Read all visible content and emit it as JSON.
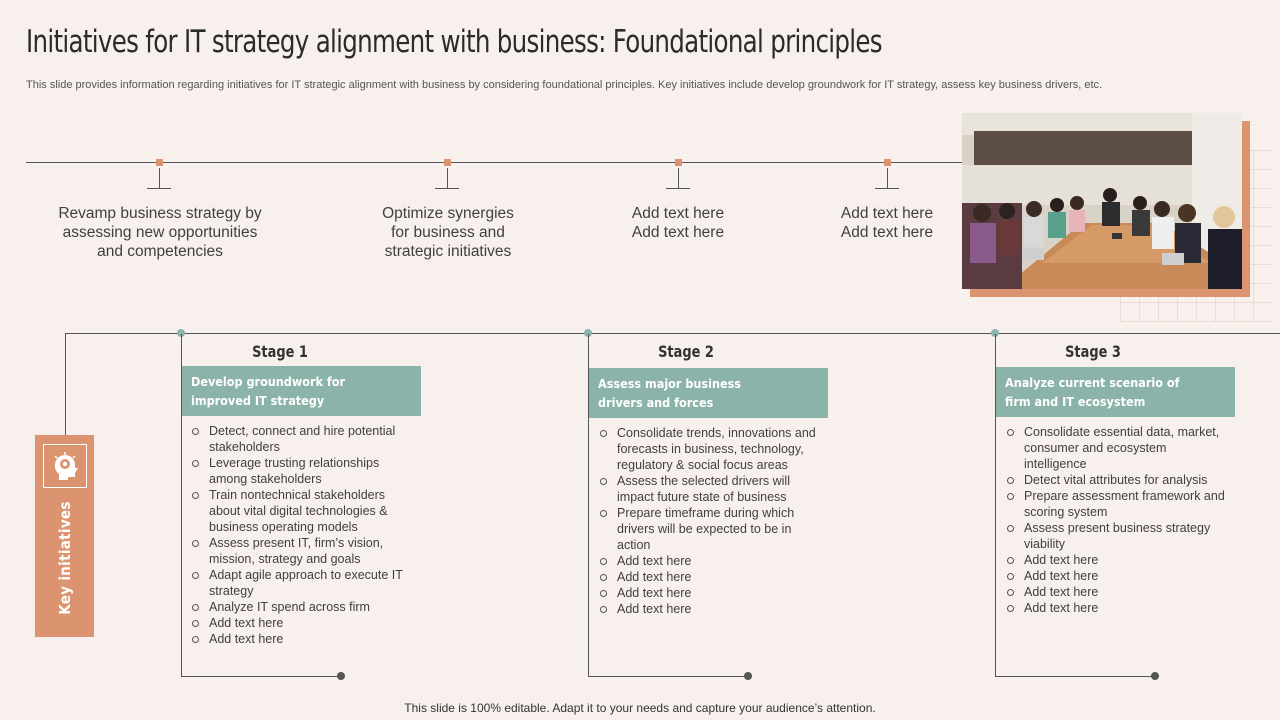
{
  "title": "Initiatives for IT strategy alignment with business: Foundational principles",
  "subtitle": "This slide provides information regarding initiatives for IT strategic alignment with business by considering foundational principles. Key initiatives include develop groundwork for IT strategy, assess key business drivers, etc.",
  "timeline": [
    {
      "line1": "Revamp business strategy by",
      "line2": "assessing new opportunities",
      "line3": "and competencies"
    },
    {
      "line1": "Optimize synergies",
      "line2": "for business and",
      "line3": "strategic initiatives"
    },
    {
      "line1": "Add text here",
      "line2": "Add text here",
      "line3": ""
    },
    {
      "line1": "Add text here",
      "line2": "Add text here",
      "line3": ""
    }
  ],
  "key_label": "Key initiatives",
  "stages": [
    {
      "title": "Stage 1",
      "header": [
        "Develop groundwork for",
        "improved IT strategy"
      ],
      "items": [
        "Detect, connect and hire potential stakeholders",
        "Leverage  trusting relationships among stakeholders",
        "Train nontechnical stakeholders about vital digital technologies & business operating models",
        "Assess present IT, firm’s vision, mission, strategy and goals",
        "Adapt agile approach  to execute IT strategy",
        "Analyze IT spend across firm",
        "Add text here",
        "Add text here"
      ]
    },
    {
      "title": "Stage 2",
      "header": [
        "Assess major  business",
        "drivers  and forces"
      ],
      "items": [
        "Consolidate  trends, innovations and forecasts in business, technology, regulatory & social focus areas",
        "Assess the selected drivers  will impact future state of business",
        "Prepare timeframe during which drivers will be expected to be in action",
        "Add text here",
        "Add text here",
        "Add text here",
        "Add text here"
      ]
    },
    {
      "title": "Stage 3",
      "header": [
        "Analyze current  scenario  of",
        "firm  and IT ecosystem"
      ],
      "items": [
        "Consolidate essential data, market, consumer and ecosystem intelligence",
        "Detect vital attributes for analysis",
        "Prepare assessment framework and scoring system",
        "Assess present business strategy viability",
        "Add text here",
        "Add text here",
        "Add text here",
        "Add text here"
      ]
    }
  ],
  "footer": "This slide is 100% editable. Adapt it to your needs and capture your audience’s attention.",
  "colors": {
    "background": "#f8f0ec",
    "accent_orange": "#dc9470",
    "accent_teal": "#8bb3a9"
  },
  "icons": [
    "team-meeting-photo",
    "global-brain-icon"
  ]
}
